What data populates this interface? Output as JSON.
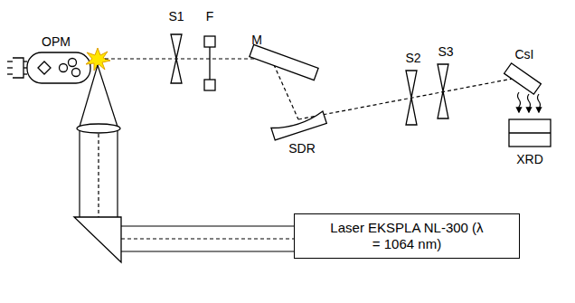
{
  "diagram": {
    "nodes": [
      {
        "text": [
          "Laser EKSPLA NL-300 (λ = 1064 nm)"
        ]
      }
    ],
    "labels": [
      "OPM",
      "S1",
      "F",
      "M",
      "SDR",
      "S2",
      "S3",
      "CsI",
      "XRD"
    ]
  }
}
